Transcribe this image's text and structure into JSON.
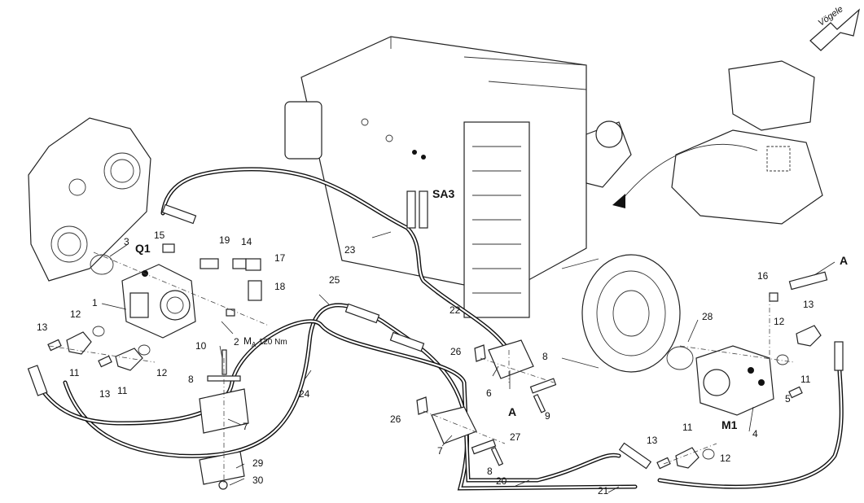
{
  "brand": "Vögele",
  "labels": {
    "q1": "Q1",
    "sa3": "SA3",
    "m1": "M1",
    "a_top": "A",
    "a_mid": "A",
    "n1": "1",
    "n2": "2",
    "n3": "3",
    "n4": "4",
    "n5": "5",
    "n6": "6",
    "n7a": "7",
    "n7b": "7",
    "n8a": "8",
    "n8b": "8",
    "n8c": "8",
    "n9": "9",
    "n10": "10",
    "n11a": "11",
    "n11b": "11",
    "n11c": "11",
    "n11d": "11",
    "n12a": "12",
    "n12b": "12",
    "n12c": "12",
    "n12d": "12",
    "n13a": "13",
    "n13b": "13",
    "n13c": "13",
    "n13d": "13",
    "n14": "14",
    "n15": "15",
    "n16": "16",
    "n17": "17",
    "n18": "18",
    "n19": "19",
    "n20": "20",
    "n21": "21",
    "n22": "22",
    "n23": "23",
    "n24": "24",
    "n25": "25",
    "n26a": "26",
    "n26b": "26",
    "n27": "27",
    "n28": "28",
    "n29": "29",
    "n30": "30"
  },
  "torque": {
    "symbol": "M",
    "subscript": "A",
    "value": "120 Nm"
  }
}
